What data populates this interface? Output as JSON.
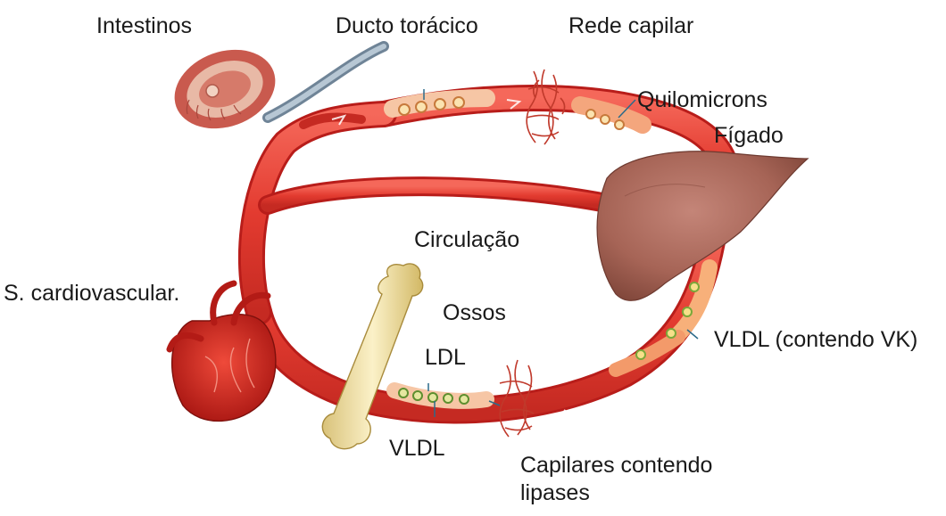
{
  "labels": {
    "intestinos": "Intestinos",
    "ducto_toraxico": "Ducto torácico",
    "rede_capilar": "Rede capilar",
    "quilomicrons": "Quilomicrons",
    "figado": "Fígado",
    "circulacao": "Circulação",
    "s_cardiovascular": "S. cardiovascular.",
    "ossos": "Ossos",
    "ldl": "LDL",
    "vldl_contendo_vk": "VLDL (contendo VK)",
    "vldl": "VLDL",
    "capilares_contendo_lipases": "Capilares contendo\nlipases"
  },
  "colors": {
    "vessel": "#e8382f",
    "vessel_dark": "#b81d1a",
    "vessel_light": "#f37a6a",
    "liver": "#a96a5f",
    "bone": "#efe0a6",
    "lymph_duct": "#8fa3b5",
    "particle_fill": "#fbe3b0",
    "particle_green": "#7aa83a"
  }
}
